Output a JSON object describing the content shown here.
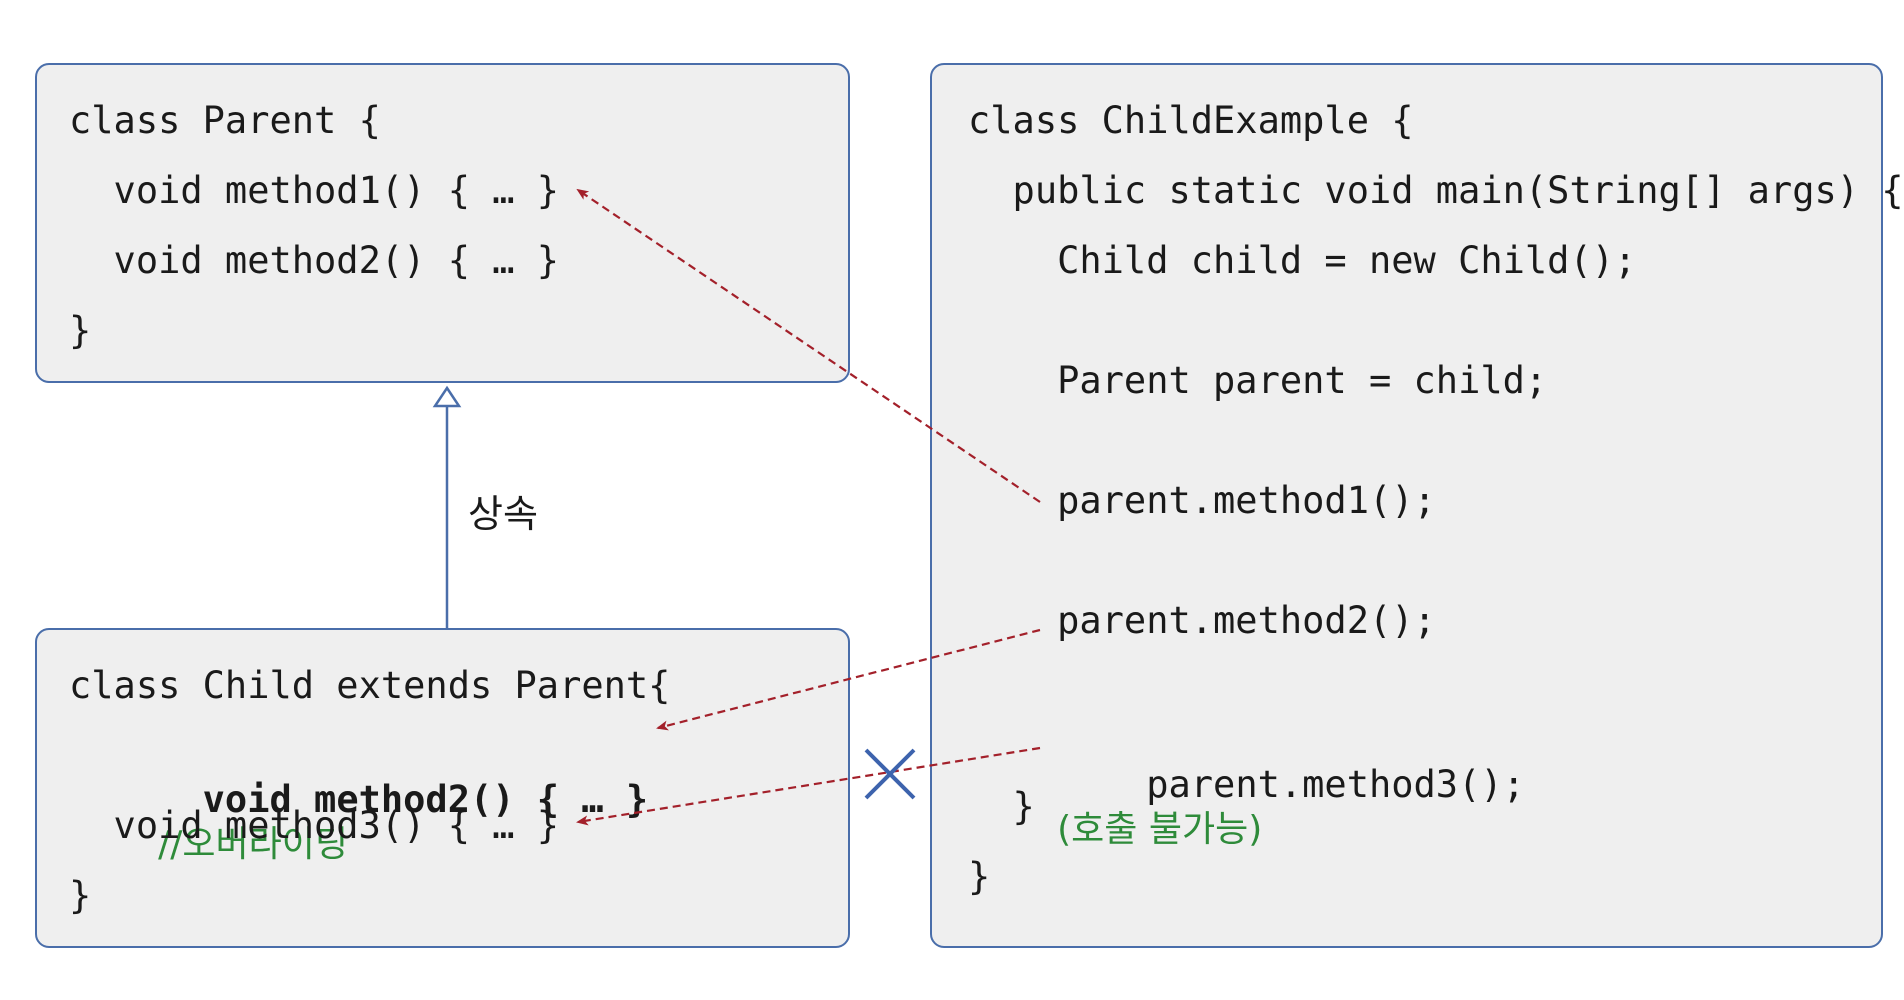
{
  "parent_box": {
    "lines": [
      "class Parent {",
      "  void method1() { … }",
      "  void method2() { … }",
      "}"
    ]
  },
  "child_box": {
    "line1": "class Child extends Parent{",
    "line2_code": "  void method2() { … }",
    "line2_comment": "//오버라이딩",
    "line3": "  void method3() { … }",
    "line4": "}"
  },
  "example_box": {
    "line1": "class ChildExample {",
    "line2": "  public static void main(String[] args) {",
    "line3": "    Child child = new Child();",
    "line4": "    Parent parent = child;",
    "line5": "    parent.method1();",
    "line6": "    parent.method2();",
    "line7_code": "    parent.method3();",
    "line7_note": "(호출 불가능)",
    "line8": "  }",
    "line9": "}"
  },
  "inheritance_label": "상속",
  "colors": {
    "box_border": "#4a6eaa",
    "box_fill": "#efefef",
    "arrow": "#a3202a",
    "comment": "#2e8b3a",
    "cross": "#3d63ad"
  },
  "icons": {
    "inheritance_arrow": "hollow-triangle-arrow",
    "blocked_call": "x-cross-icon"
  }
}
